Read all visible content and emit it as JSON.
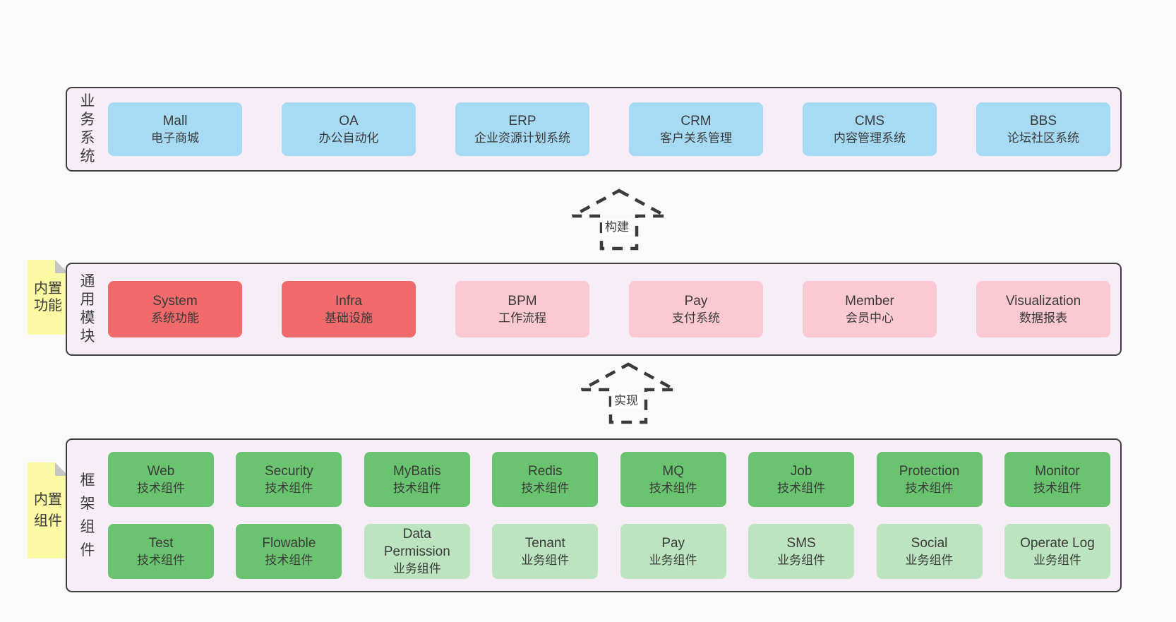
{
  "colors": {
    "page_bg": "#fafafa",
    "band_bg": "#f7edf6",
    "band_border": "#3f3f3f",
    "blue_box": "#a7dbf4",
    "red_box": "#f0696b",
    "pink_box": "#fbc9d2",
    "green_box": "#6ac46f",
    "light_green_box": "#bce5bf",
    "note_yellow": "#fbf9a3",
    "note_fold_gray": "#c6c6c6",
    "text": "#3a3a3a"
  },
  "bands": {
    "business": {
      "label": "业务系统",
      "boxes": [
        {
          "title": "Mall",
          "subtitle": "电子商城"
        },
        {
          "title": "OA",
          "subtitle": "办公自动化"
        },
        {
          "title": "ERP",
          "subtitle": "企业资源计划系统"
        },
        {
          "title": "CRM",
          "subtitle": "客户关系管理"
        },
        {
          "title": "CMS",
          "subtitle": "内容管理系统"
        },
        {
          "title": "BBS",
          "subtitle": "论坛社区系统"
        }
      ]
    },
    "modules": {
      "label": "通用模块",
      "boxes": [
        {
          "title": "System",
          "subtitle": "系统功能"
        },
        {
          "title": "Infra",
          "subtitle": "基础设施"
        },
        {
          "title": "BPM",
          "subtitle": "工作流程"
        },
        {
          "title": "Pay",
          "subtitle": "支付系统"
        },
        {
          "title": "Member",
          "subtitle": "会员中心"
        },
        {
          "title": "Visualization",
          "subtitle": "数据报表"
        }
      ]
    },
    "framework": {
      "label": "框架组件",
      "rows": [
        [
          {
            "title": "Web",
            "subtitle": "技术组件"
          },
          {
            "title": "Security",
            "subtitle": "技术组件"
          },
          {
            "title": "MyBatis",
            "subtitle": "技术组件"
          },
          {
            "title": "Redis",
            "subtitle": "技术组件"
          },
          {
            "title": "MQ",
            "subtitle": "技术组件"
          },
          {
            "title": "Job",
            "subtitle": "技术组件"
          },
          {
            "title": "Protection",
            "subtitle": "技术组件"
          },
          {
            "title": "Monitor",
            "subtitle": "技术组件"
          }
        ],
        [
          {
            "title": "Test",
            "subtitle": "技术组件"
          },
          {
            "title": "Flowable",
            "subtitle": "技术组件"
          },
          {
            "title": "Data Permission",
            "subtitle": "业务组件"
          },
          {
            "title": "Tenant",
            "subtitle": "业务组件"
          },
          {
            "title": "Pay",
            "subtitle": "业务组件"
          },
          {
            "title": "SMS",
            "subtitle": "业务组件"
          },
          {
            "title": "Social",
            "subtitle": "业务组件"
          },
          {
            "title": "Operate Log",
            "subtitle": "业务组件"
          }
        ]
      ]
    }
  },
  "notes": {
    "functions": "内置功能",
    "components": "内置组件"
  },
  "arrows": {
    "build": "构建",
    "implement": "实现"
  }
}
